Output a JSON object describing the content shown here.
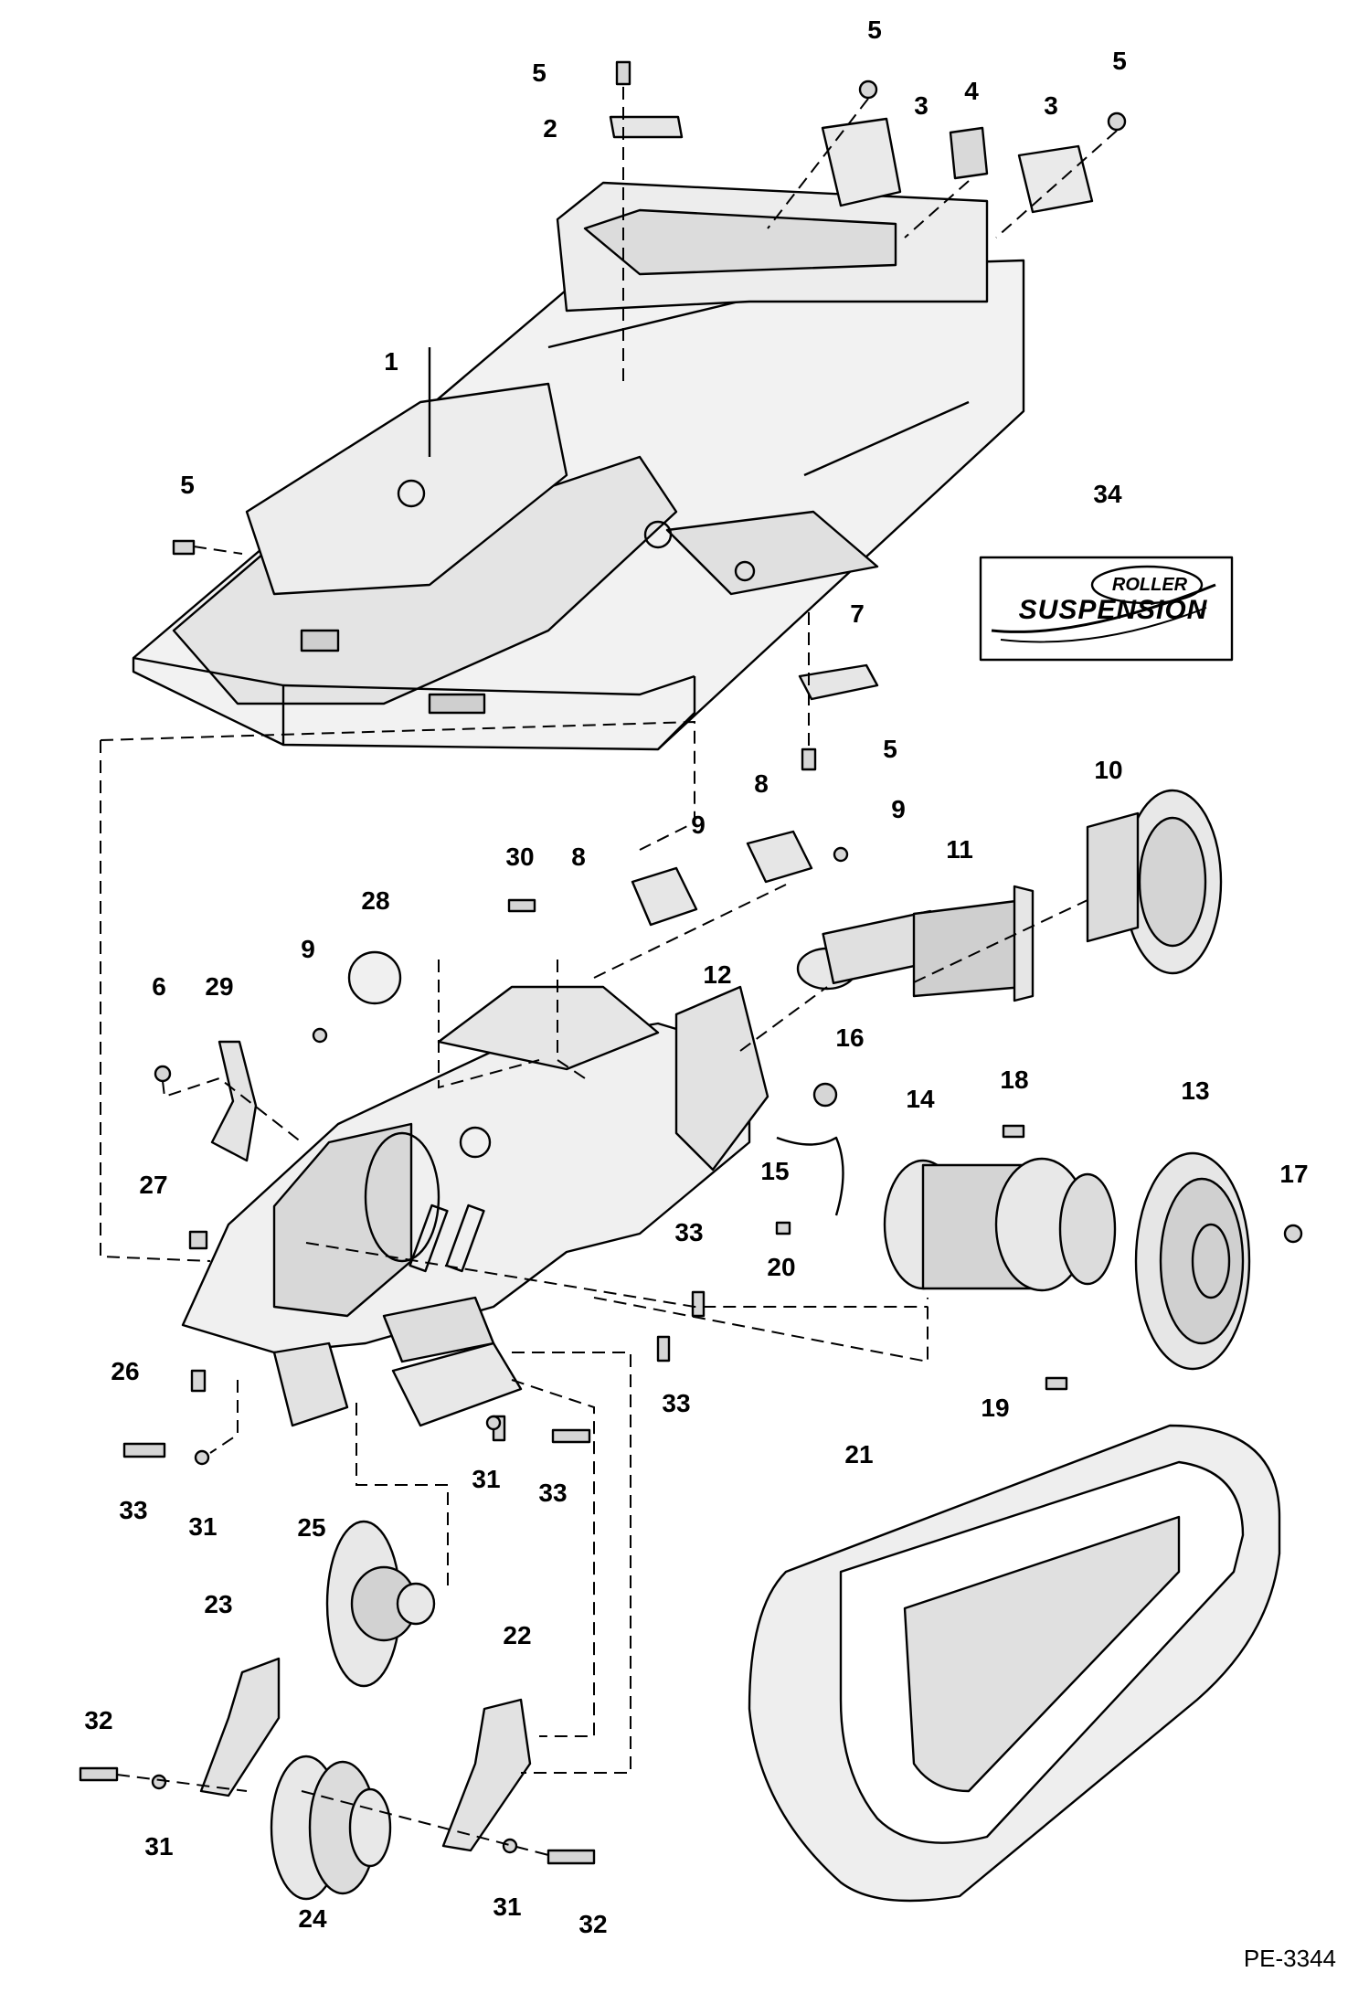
{
  "callouts": [
    "1",
    "2",
    "3",
    "3",
    "4",
    "5",
    "5",
    "5",
    "5",
    "5",
    "6",
    "7",
    "8",
    "8",
    "9",
    "9",
    "9",
    "10",
    "11",
    "12",
    "13",
    "14",
    "15",
    "16",
    "17",
    "18",
    "19",
    "20",
    "21",
    "22",
    "23",
    "24",
    "25",
    "26",
    "27",
    "28",
    "29",
    "30",
    "31",
    "31",
    "31",
    "31",
    "32",
    "32",
    "33",
    "33",
    "33",
    "33",
    "34"
  ],
  "logo": {
    "line1": "ROLLER",
    "line2": "SUSPENSION"
  },
  "document_code": "PE-3344",
  "colors": {
    "ink": "#000000",
    "part_fill": "#eaeaea",
    "part_shade": "#bdbdbd",
    "background": "#ffffff"
  }
}
